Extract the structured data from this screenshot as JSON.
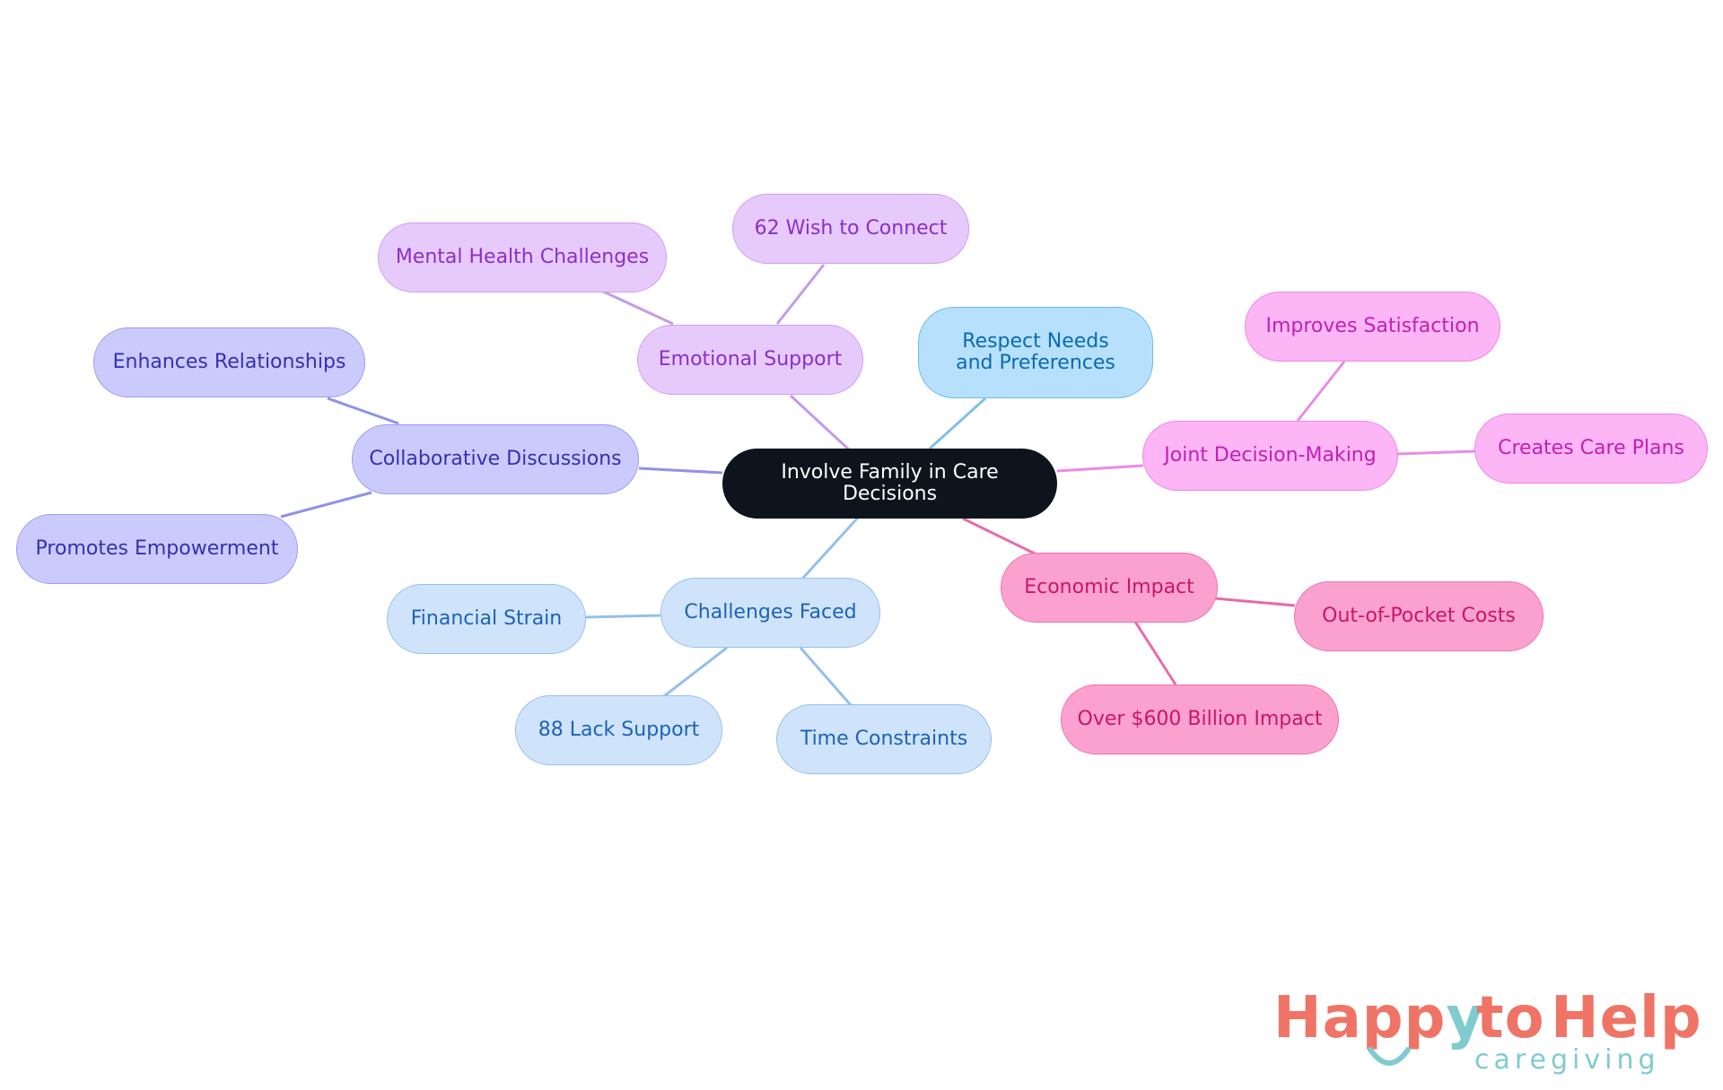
{
  "diagram": {
    "root": "Involve Family in Care Decisions",
    "branches": {
      "emotional": {
        "label": "Emotional Support",
        "children": [
          "Mental Health Challenges",
          "62 Wish to Connect"
        ]
      },
      "respect": {
        "label": "Respect Needs and Preferences"
      },
      "collaborative": {
        "label": "Collaborative Discussions",
        "children": [
          "Enhances Relationships",
          "Promotes Empowerment"
        ]
      },
      "joint": {
        "label": "Joint Decision-Making",
        "children": [
          "Improves Satisfaction",
          "Creates Care Plans"
        ]
      },
      "challenges": {
        "label": "Challenges Faced",
        "children": [
          "Financial Strain",
          "88 Lack Support",
          "Time Constraints"
        ]
      },
      "economic": {
        "label": "Economic Impact",
        "children": [
          "Out-of-Pocket Costs",
          "Over $600 Billion Impact"
        ]
      }
    }
  },
  "logo": {
    "name_part1": "Happ",
    "name_part2": "y",
    "name_part3": "to",
    "name_part4": "Help",
    "tagline": "caregiving"
  },
  "colors": {
    "root": "#0d141c",
    "indigo": "#cacbfc",
    "violet": "#e7cafc",
    "sky": "#b6e0fc",
    "blue": "#cfe3fb",
    "pink": "#fcb5f5",
    "rose": "#fba1cf",
    "logo_coral": "#ef7466",
    "logo_teal": "#80cbd0"
  }
}
